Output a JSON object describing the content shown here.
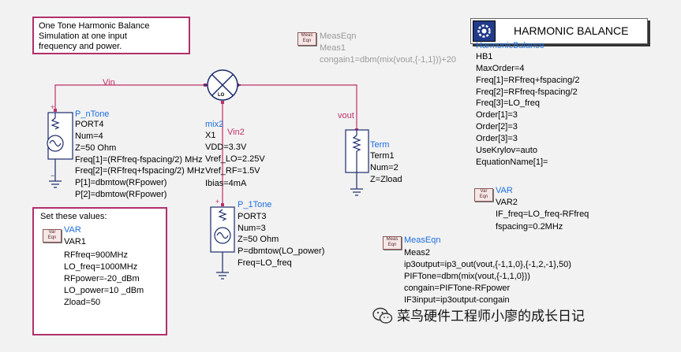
{
  "notes": {
    "top": [
      "One Tone Harmonic Balance",
      "Simulation at one input",
      "frequency and power."
    ],
    "set_values_title": "Set these values:"
  },
  "hb": {
    "title": "HARMONIC BALANCE",
    "type": "HarmonicBalance",
    "name": "HB1",
    "params": [
      "MaxOrder=4",
      "Freq[1]=RFfreq+fspacing/2",
      "Freq[2]=RFfreq-fspacing/2",
      "Freq[3]=LO_freq",
      "Order[1]=3",
      "Order[2]=3",
      "Order[3]=3",
      "UseKrylov=auto",
      "EquationName[1]="
    ]
  },
  "meas1": {
    "badge": [
      "Meas",
      "Eqn"
    ],
    "type": "MeasEqn",
    "name": "Meas1",
    "expr": "congain1=dbm(mix(vout,{-1,1}))+20"
  },
  "port4": {
    "type": "P_nTone",
    "name": "PORT4",
    "params": [
      "Num=4",
      "Z=50 Ohm",
      "Freq[1]=(RFfreq-fspacing/2) MHz",
      "Freq[2]=(RFfreq+fspacing/2) MHz",
      "P[1]=dbmtow(RFpower)",
      "P[2]=dbmtow(RFpower)"
    ]
  },
  "mixer": {
    "type": "mix2",
    "name": "X1",
    "symbol_label": "LO",
    "params": [
      "VDD=3.3V",
      "Vref_LO=2.25V",
      "Vref_RF=1.5V",
      "Ibias=4mA"
    ]
  },
  "nets": {
    "vin": "Vin",
    "vin2": "Vin2",
    "vout": "vout"
  },
  "term1": {
    "type": "Term",
    "name": "Term1",
    "params": [
      "Num=2",
      "Z=Zload"
    ]
  },
  "port3": {
    "type": "P_1Tone",
    "name": "PORT3",
    "params": [
      "Num=3",
      "Z=50 Ohm",
      "P=dbmtow(LO_power)",
      "Freq=LO_freq"
    ]
  },
  "var1": {
    "badge": [
      "Var",
      "Eqn"
    ],
    "type": "VAR",
    "name": "VAR1",
    "params": [
      "RFfreq=900MHz",
      "LO_freq=1000MHz",
      "RFpower=-20_dBm",
      "LO_power=10 _dBm",
      "Zload=50"
    ]
  },
  "var2": {
    "badge": [
      "Var",
      "Eqn"
    ],
    "type": "VAR",
    "name": "VAR2",
    "params": [
      "IF_freq=LO_freq-RFfreq",
      "fspacing=0.2MHz"
    ]
  },
  "meas2": {
    "badge": [
      "Meas",
      "Eqn"
    ],
    "type": "MeasEqn",
    "name": "Meas2",
    "params": [
      "ip3output=ip3_out(vout,{-1,1,0},{-1,2,-1},50)",
      "PIFTone=dbm(mix(vout,{-1,1,0}))",
      "congain=PIFTone-RFpower",
      "IF3input=ip3output-congain"
    ]
  },
  "watermark": "菜鸟硬件工程师小廖的成长日记",
  "colors": {
    "wire": "#c0306a",
    "component": "#1a2a6a",
    "label_blue": "#1e6fe0",
    "note_border": "#b0306a",
    "background": "#f2f2f2"
  }
}
